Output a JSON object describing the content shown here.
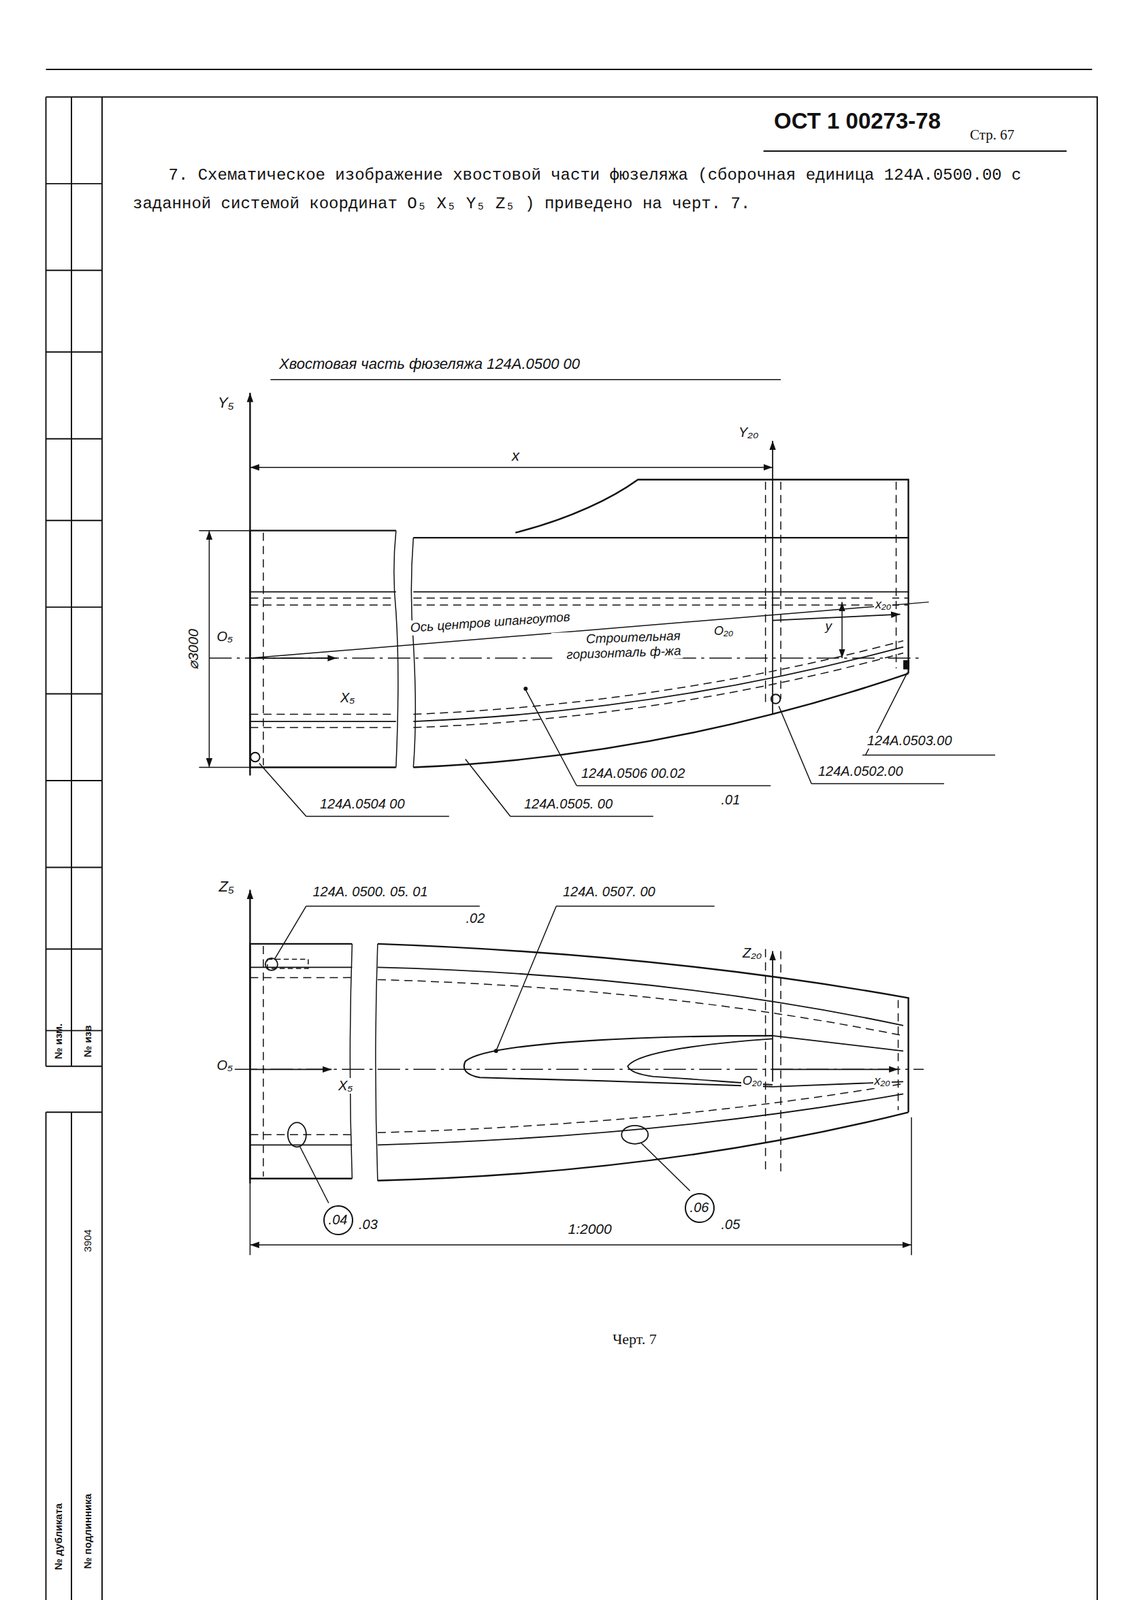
{
  "diagram": {
    "title": "Хвостовая часть фюзеляжа 124А.0500 00",
    "caption": "Черт. 7",
    "nodes": [
      {
        "text": [
          ".04"
        ]
      },
      {
        "text": [
          ".06"
        ]
      }
    ],
    "labels": [
      "ОСТ 1 00273-78",
      "Стр. 67",
      "7. Схематическое изображение хвостовой части фюзеляжа (сборочная единица 124А.0500.00 с заданной системой координат O₅ X₅ Y₅ Z₅ ) приведено на черт. 7.",
      "Y₅",
      "x",
      "Y₂₀",
      "⌀3000",
      "O₅",
      "X₅",
      "Ось центров шпангоутов",
      "Строительная горизонталь ф-жа",
      "O₂₀",
      "y",
      "x₂₀",
      "124А.0503.00",
      "124А.0502.00",
      "124А.0506 00.02",
      ".01",
      "124А.0505. 00",
      "124А.0504 00",
      "Z₅",
      "124А. 0500. 05. 01",
      ".02",
      "124А. 0507. 00",
      "Z₂₀",
      "O₅",
      "X₅",
      "O₂₀",
      "x₂₀",
      ".03",
      ".05",
      "1:2000",
      "№ изм.",
      "№ изв",
      "3904",
      "№ дубликата",
      "№ подлинника"
    ]
  }
}
